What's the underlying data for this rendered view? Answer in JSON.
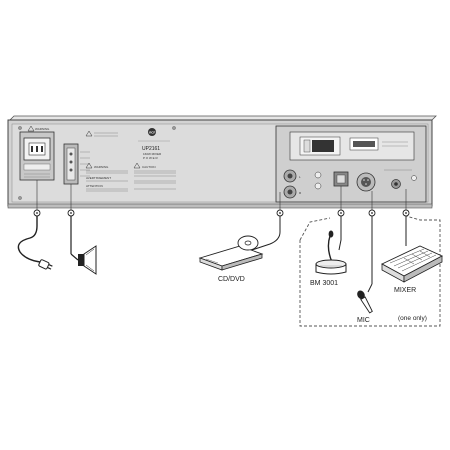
{
  "device": {
    "brand": "RCF",
    "model": "UP2161",
    "subtitle": "160W MIXER",
    "subtitle2": "P O W E R",
    "warning_title": "WARNING",
    "caution_title": "CAUTION",
    "attention_title": "ATTENTION",
    "avertissement_title": "AVERTISSEMENT"
  },
  "labels": {
    "cd_dvd": "CD/DVD",
    "bm3001": "BM 3001",
    "mic": "MIC",
    "mixer": "MIXER",
    "one_only": "(one only)"
  },
  "terminals": {
    "l": "L",
    "r": "R"
  }
}
